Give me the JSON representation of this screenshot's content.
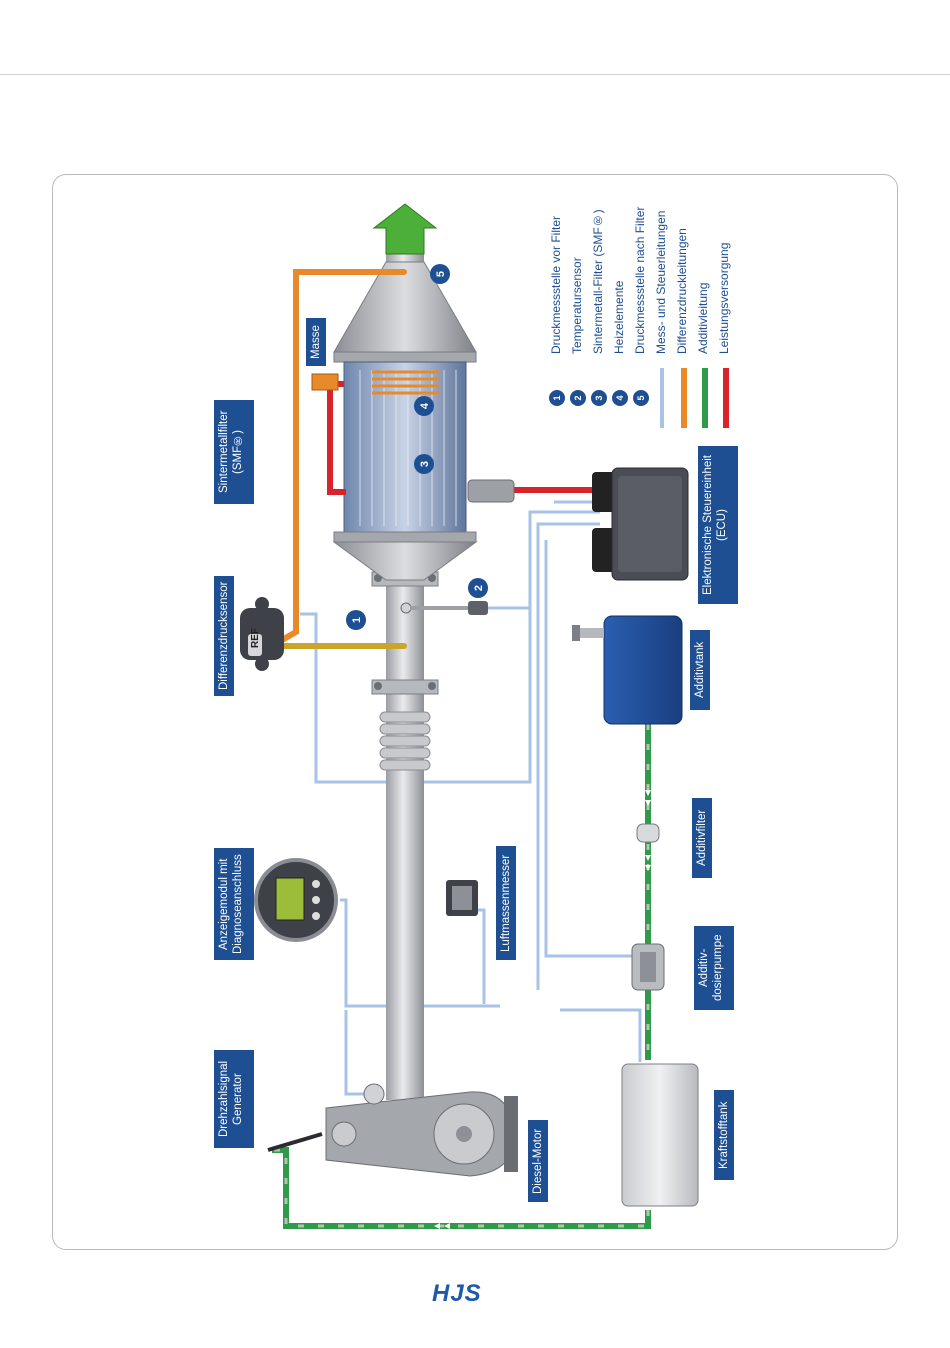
{
  "brand": "HJS",
  "labels": {
    "sintermetallfilter": "Sintermetallfilter (SMF®)",
    "differenzdrucksensor": "Differenzdrucksensor",
    "anzeigemodul": "Anzeigemodul mit Diagnoseanschluss",
    "drehzahlsignal": "Drehzahlsignal Generator",
    "masse": "Masse",
    "luftmassenmesser": "Luftmassenmesser",
    "diesel_motor": "Diesel-Motor",
    "ecu": "Elektronische Steuereinheit (ECU)",
    "additivtank": "Additivtank",
    "additivfilter": "Additivfilter",
    "additivdosierpumpe": "Additiv-dosierpumpe",
    "kraftstofftank": "Kraftstofftank",
    "ref": "REF"
  },
  "markers": [
    "1",
    "2",
    "3",
    "4",
    "5"
  ],
  "legend": {
    "items": [
      {
        "num": "1",
        "text": "Druckmessstelle vor Filter"
      },
      {
        "num": "2",
        "text": "Temperatursensor"
      },
      {
        "num": "3",
        "text": "Sintermetall-Filter (SMF®)"
      },
      {
        "num": "4",
        "text": "Heizelemente"
      },
      {
        "num": "5",
        "text": "Druckmessstelle nach Filter"
      }
    ],
    "lines": [
      {
        "text": "Mess- und Steuerleitungen",
        "color": "#a9c3e6"
      },
      {
        "text": "Differenzdruckleitungen",
        "color": "#e88a2a"
      },
      {
        "text": "Additivleitung",
        "color": "#2e9a4a"
      },
      {
        "text": "Leistungsversorgung",
        "color": "#d8232a"
      }
    ]
  },
  "colors": {
    "label_bg": "#1d4f92",
    "signal_line": "#a9c3e6",
    "pressure_line": "#e88a2a",
    "additive_line": "#2e9a4a",
    "power_line": "#d8232a",
    "exhaust_arrow": "#4caf3a"
  }
}
